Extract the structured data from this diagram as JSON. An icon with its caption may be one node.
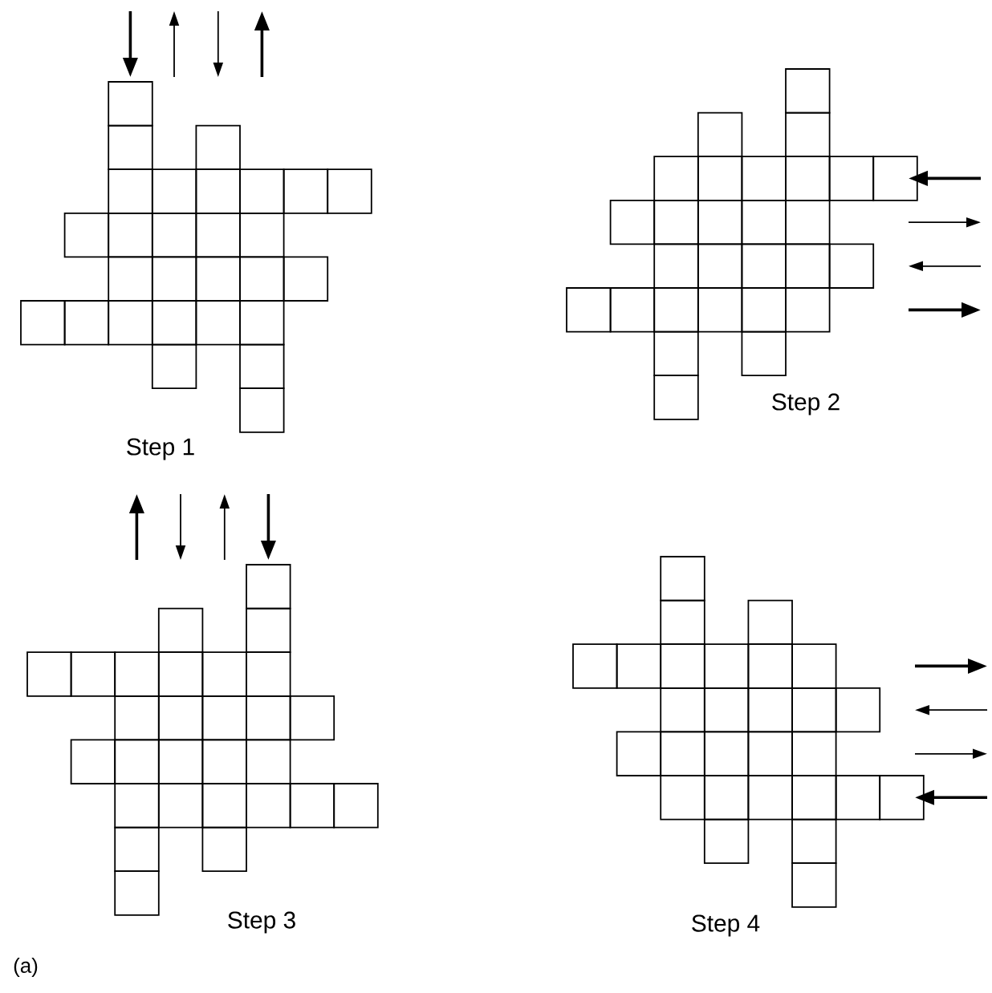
{
  "diagram": {
    "labels": [
      "Step 1",
      "Step 2",
      "Step 3",
      "Step 4",
      "(a)"
    ]
  }
}
